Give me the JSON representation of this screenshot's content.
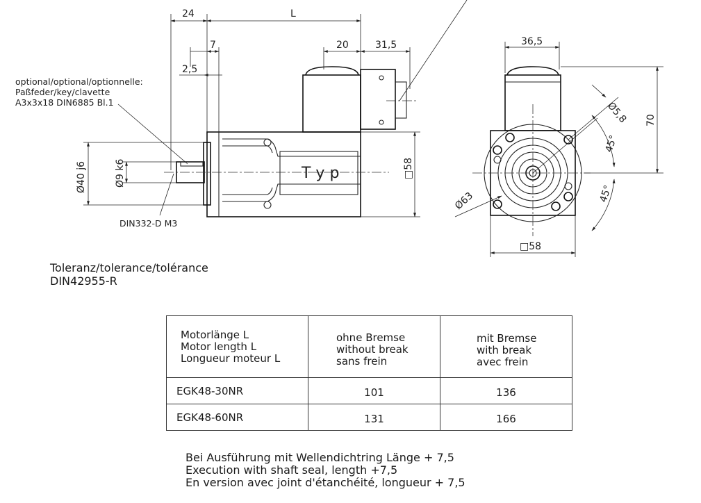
{
  "drawing": {
    "dimensions": {
      "d24": "24",
      "dL": "L",
      "d7": "7",
      "d2_5": "2,5",
      "d20": "20",
      "d31_5": "31,5",
      "d36_5": "36,5",
      "d70": "70",
      "d58_side": "□58",
      "d58_bottom": "□58",
      "d5_8": "Ø5,8",
      "d63": "Ø63",
      "a45_top": "45°",
      "a45_bottom": "45°",
      "d40": "Ø40 j6",
      "d9": "Ø9 k6"
    },
    "key_note": [
      "optional/optional/optionnelle:",
      "Paßfeder/key/clavette",
      "A3x3x18 DIN6885 Bl.1"
    ],
    "thread_note": "DIN332-D M3",
    "type_label": "T y p"
  },
  "tolerance": {
    "line1": "Toleranz/tolerance/tolérance",
    "line2": "DIN42955-R"
  },
  "table": {
    "header": {
      "col1": [
        "Motorlänge L",
        "Motor length L",
        "Longueur moteur L"
      ],
      "col2": [
        "ohne Bremse",
        "without break",
        "sans frein"
      ],
      "col3": [
        "mit Bremse",
        "with break",
        "avec frein"
      ]
    },
    "rows": [
      {
        "model": "EGK48-30NR",
        "without": "101",
        "with": "136"
      },
      {
        "model": "EGK48-60NR",
        "without": "131",
        "with": "166"
      }
    ]
  },
  "notes": {
    "de": "Bei Ausführung mit Wellendichtring  Länge + 7,5",
    "en": "Execution with shaft seal, length +7,5",
    "fr": "En version avec joint d'étanchéité, longueur + 7,5"
  }
}
